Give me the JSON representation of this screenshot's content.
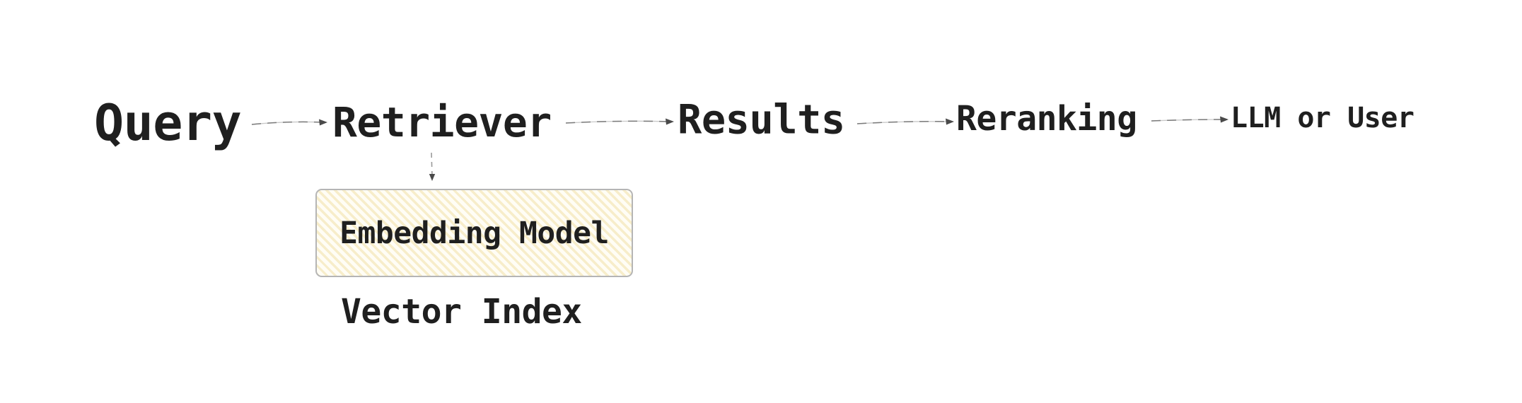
{
  "diagram": {
    "title_semantics": "RAG retrieval pipeline flow diagram",
    "colors": {
      "background": "#ffffff",
      "text": "#1f1f1f",
      "connector_base": "#c9c9c9",
      "connector_dash": "#7a7a7a",
      "arrowhead": "#4a4a4a",
      "box_border": "#b5b5b5",
      "box_fill": "#fffdf5",
      "box_stripe": "#f7edca"
    },
    "nodes": {
      "query": {
        "label": "Query"
      },
      "retriever": {
        "label": "Retriever"
      },
      "results": {
        "label": "Results"
      },
      "reranking": {
        "label": "Reranking"
      },
      "llm_or_user": {
        "label": "LLM or User"
      },
      "embedding_model": {
        "label": "Embedding Model"
      },
      "vector_index": {
        "label": "Vector Index"
      }
    },
    "edges": [
      {
        "from": "query",
        "to": "retriever",
        "style": "dashed-arrow"
      },
      {
        "from": "retriever",
        "to": "results",
        "style": "dashed-arrow"
      },
      {
        "from": "results",
        "to": "reranking",
        "style": "dashed-arrow"
      },
      {
        "from": "reranking",
        "to": "llm_or_user",
        "style": "dashed-arrow"
      },
      {
        "from": "retriever",
        "to": "embedding_model",
        "style": "dashed-arrow-vertical"
      }
    ]
  }
}
